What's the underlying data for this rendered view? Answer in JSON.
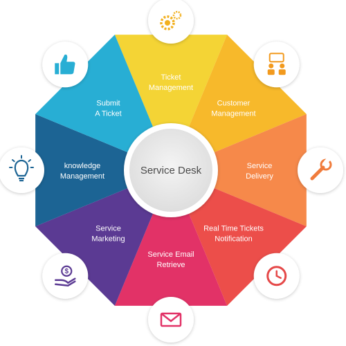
{
  "center": {
    "label": "Service Desk"
  },
  "segments": [
    {
      "id": "ticket-management",
      "lines": [
        "Ticket",
        "Management"
      ],
      "color": "#F4D435",
      "icon": "gears-icon"
    },
    {
      "id": "customer-management",
      "lines": [
        "Customer",
        "Management"
      ],
      "color": "#F7B92B",
      "icon": "team-presentation-icon"
    },
    {
      "id": "service-delivery",
      "lines": [
        "Service",
        "Delivery"
      ],
      "color": "#F6894A",
      "icon": "wrench-icon"
    },
    {
      "id": "real-time-tickets-notification",
      "lines": [
        "Real Time Tickets",
        "Notification"
      ],
      "color": "#EC4E4A",
      "icon": "clock-icon"
    },
    {
      "id": "service-email-retrieve",
      "lines": [
        "Service Email",
        "Retrieve"
      ],
      "color": "#E23267",
      "icon": "envelope-icon"
    },
    {
      "id": "service-marketing",
      "lines": [
        "Service",
        "Marketing"
      ],
      "color": "#5B3A93",
      "icon": "money-hand-icon"
    },
    {
      "id": "knowledge-management",
      "lines": [
        "knowledge",
        "Management"
      ],
      "color": "#1C6494",
      "icon": "lightbulb-icon"
    },
    {
      "id": "submit-a-ticket",
      "lines": [
        "Submit",
        "A Ticket"
      ],
      "color": "#28AED4",
      "icon": "thumbs-up-icon"
    }
  ]
}
